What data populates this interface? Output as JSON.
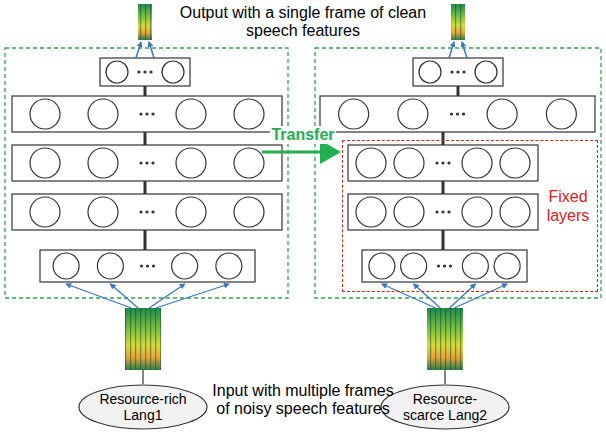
{
  "diagram": {
    "nodes": [
      {
        "text": [
          "Resource-rich Lang1"
        ]
      },
      {
        "text": [
          "Resource-scarce Lang2"
        ]
      },
      {
        "text": [
          "Fixed layers"
        ]
      }
    ],
    "labels": [
      "Output with a single frame of clean speech features",
      "Transfer",
      "Input with multiple frames of noisy speech features"
    ]
  }
}
